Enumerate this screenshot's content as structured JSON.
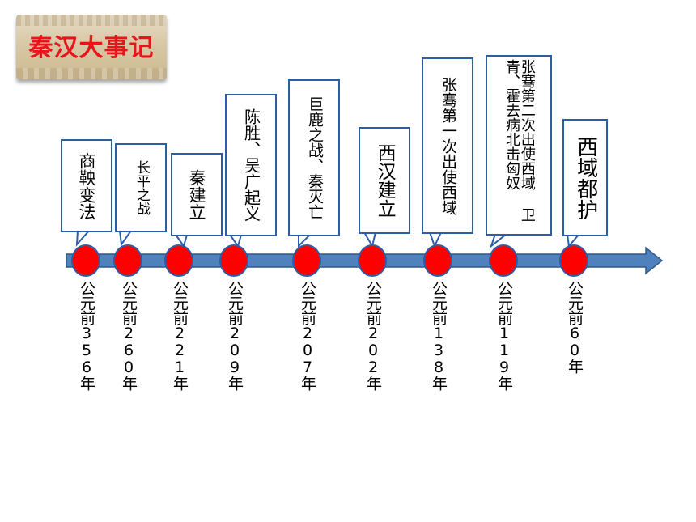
{
  "title": "秦汉大事记",
  "colors": {
    "accent": "#e8141a",
    "box_border": "#2b5ea7",
    "axis_fill": "#4f81bd",
    "dot": "#ff0000"
  },
  "events": [
    {
      "label": "商鞅变法",
      "year": "公元前356年"
    },
    {
      "label": "长平之战",
      "year": "公元前260年"
    },
    {
      "label": "秦建立",
      "year": "公元前221年"
    },
    {
      "label": "陈胜、吴广起义",
      "year": "公元前209年"
    },
    {
      "label": "巨鹿之战、秦灭亡",
      "year": "公元前207年"
    },
    {
      "label": "西汉建立",
      "year": "公元前202年"
    },
    {
      "label": "张骞第一次出使西域",
      "year": "公元前138年"
    },
    {
      "label": "张骞第二次出使西域 卫青、霍去病北击匈奴",
      "year": "公元前119年"
    },
    {
      "label": "西域都护",
      "year": "公元前60年"
    }
  ]
}
